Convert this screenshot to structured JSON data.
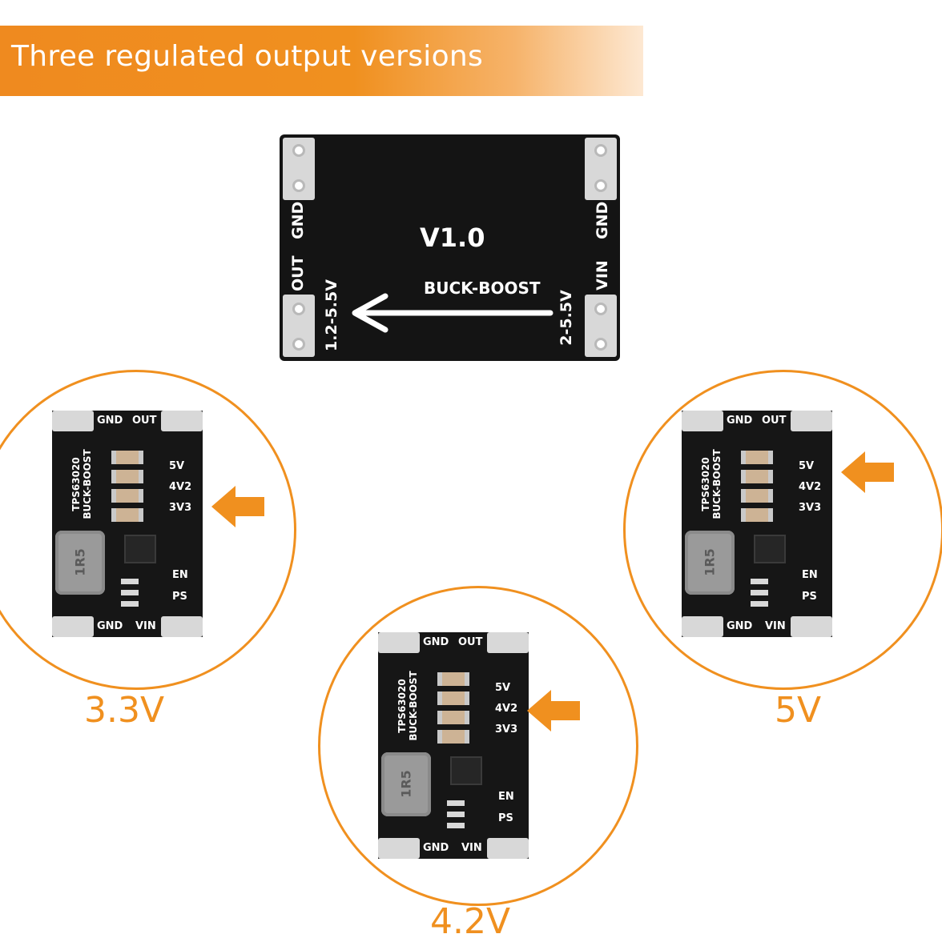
{
  "banner": {
    "title": "Three regulated output versions"
  },
  "main_board": {
    "version": "V1.0",
    "type": "BUCK-BOOST",
    "left_top_label": "GND",
    "left_bottom_label": "OUT",
    "left_range": "1.2-5.5V",
    "right_top_label": "GND",
    "right_bottom_label": "VIN",
    "right_range": "2-5.5V"
  },
  "modules": [
    {
      "chip": "TPS63020",
      "type": "BUCK-BOOST",
      "top_left": "GND",
      "top_right": "OUT",
      "bottom_left": "GND",
      "bottom_right": "VIN",
      "opt1": "5V",
      "opt2": "4V2",
      "opt3": "3V3",
      "en": "EN",
      "ps": "PS",
      "inductor": "1R5",
      "voltage": "3.3V"
    },
    {
      "chip": "TPS63020",
      "type": "BUCK-BOOST",
      "top_left": "GND",
      "top_right": "OUT",
      "bottom_left": "GND",
      "bottom_right": "VIN",
      "opt1": "5V",
      "opt2": "4V2",
      "opt3": "3V3",
      "en": "EN",
      "ps": "PS",
      "inductor": "1R5",
      "voltage": "4.2V"
    },
    {
      "chip": "TPS63020",
      "type": "BUCK-BOOST",
      "top_left": "GND",
      "top_right": "OUT",
      "bottom_left": "GND",
      "bottom_right": "VIN",
      "opt1": "5V",
      "opt2": "4V2",
      "opt3": "3V3",
      "en": "EN",
      "ps": "PS",
      "inductor": "1R5",
      "voltage": "5V"
    }
  ],
  "colors": {
    "accent": "#f0901f",
    "pcb": "#141414"
  }
}
